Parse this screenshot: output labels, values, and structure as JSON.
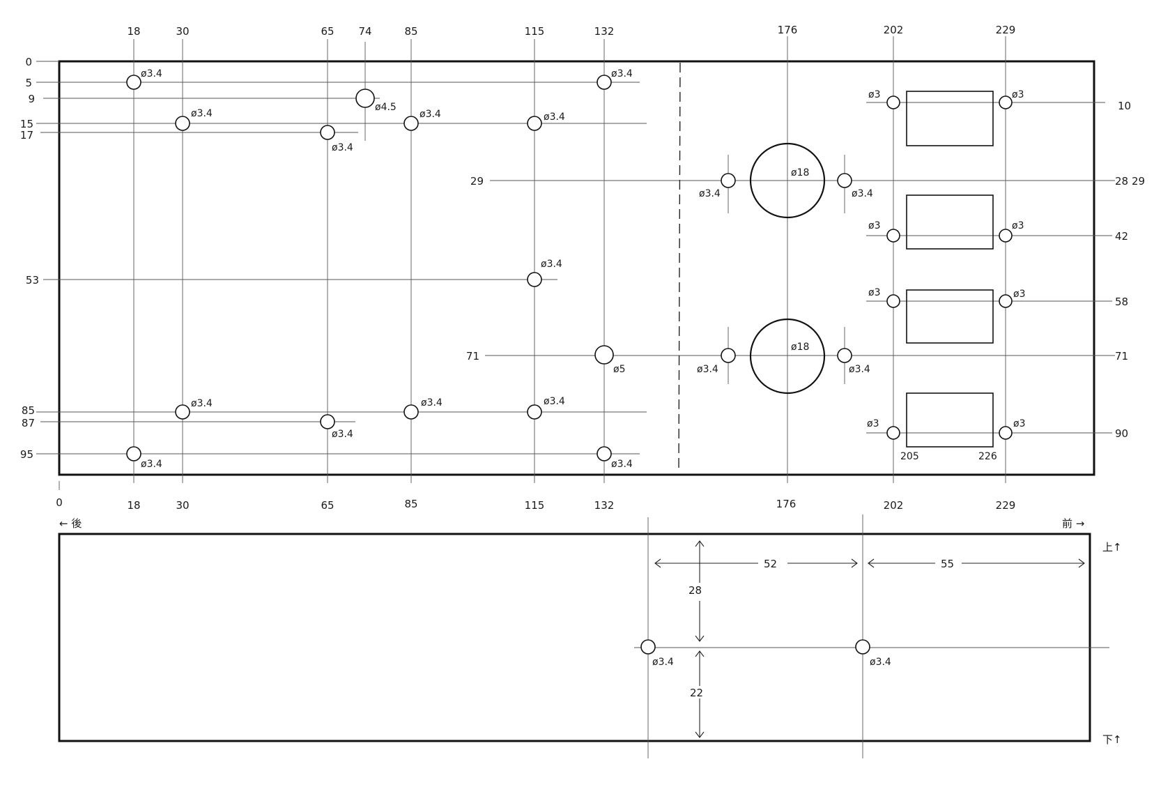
{
  "top_view": {
    "x_ticks_top": [
      "18",
      "30",
      "65",
      "74",
      "85",
      "115",
      "132",
      "176",
      "202",
      "229"
    ],
    "x_ticks_bottom": [
      "0",
      "18",
      "30",
      "65",
      "85",
      "115",
      "132",
      "176",
      "202",
      "229"
    ],
    "y_ticks_left": [
      "0",
      "5",
      "9",
      "15",
      "17",
      "29",
      "53",
      "71",
      "85",
      "87",
      "95"
    ],
    "y_ticks_right": [
      "10",
      "28",
      "29",
      "42",
      "58",
      "71",
      "90"
    ],
    "hole_labels": {
      "d34": "ø3.4",
      "d45": "ø4.5",
      "d5": "ø5",
      "d18": "ø18",
      "d3": "ø3"
    },
    "slot_labels": [
      "205",
      "226"
    ],
    "direction_back": "← 後",
    "direction_front": "前 →"
  },
  "side_view": {
    "dims": {
      "horizontal_1": "52",
      "horizontal_2": "55",
      "vertical_upper": "28",
      "vertical_lower": "22"
    },
    "hole_label": "ø3.4",
    "label_top": "上↑",
    "label_bottom": "下↑"
  }
}
